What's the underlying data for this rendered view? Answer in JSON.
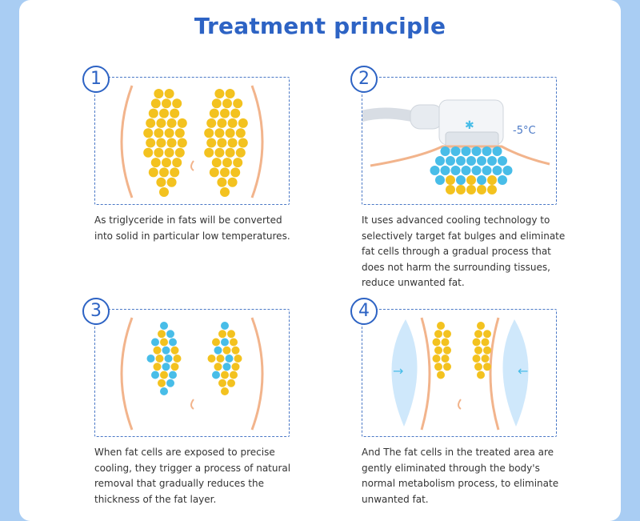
{
  "title": "Treatment principle",
  "steps": [
    {
      "number": "1",
      "text": "As triglyceride in fats will be converted into solid in particular low temperatures."
    },
    {
      "number": "2",
      "text": "It uses advanced cooling technology to selectively target fat bulges and eliminate fat cells through a gradual process that does not harm the surrounding tissues, reduce unwanted fat.",
      "temperature": "-5°C"
    },
    {
      "number": "3",
      "text": "When fat cells are exposed to precise cooling, they trigger a process of natural removal that gradually reduces the thickness of the fat layer."
    },
    {
      "number": "4",
      "text": "And The fat cells in the treated area are gently eliminated through the body's normal metabolism process, to eliminate unwanted fat."
    }
  ],
  "colors": {
    "accent": "#2d63c4",
    "fat_cell": "#f3c21f",
    "cold_cell": "#48bde8",
    "skin": "#f2b48c",
    "background": "#a9cdf3"
  }
}
